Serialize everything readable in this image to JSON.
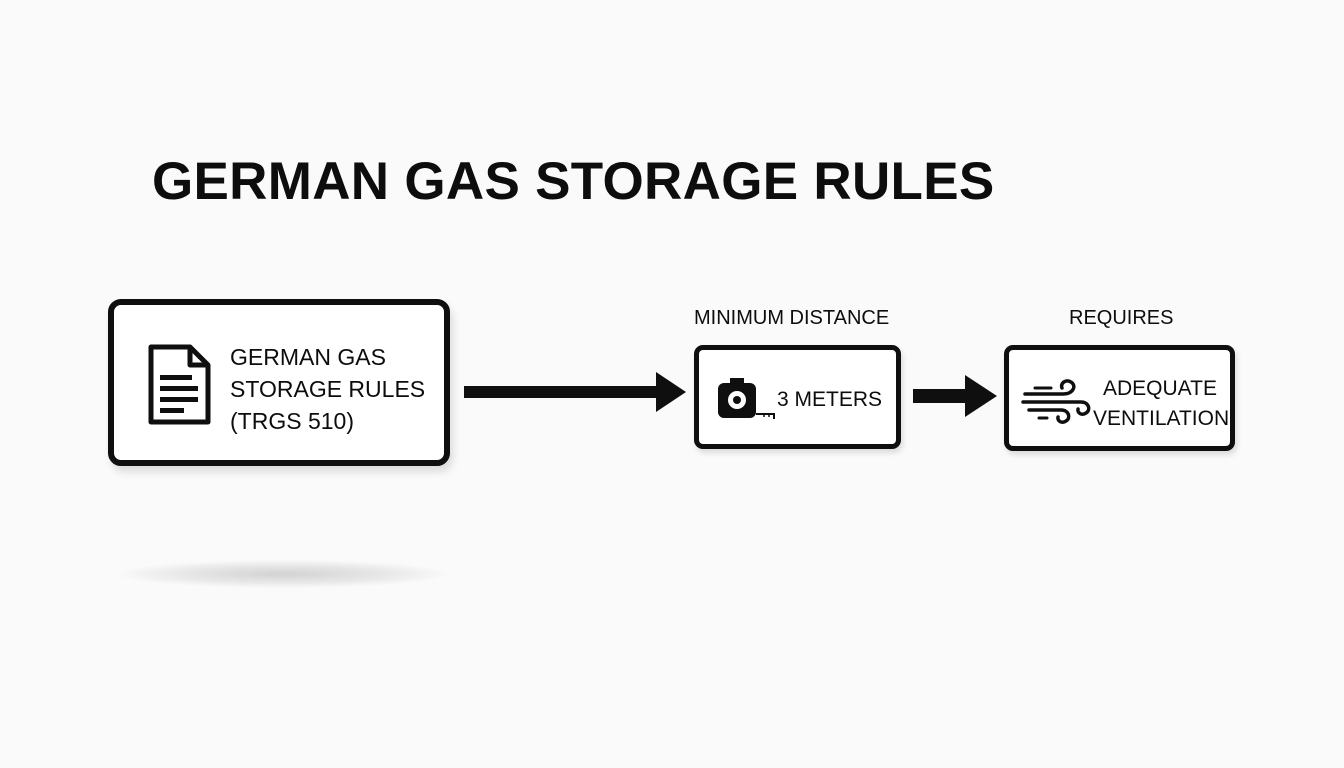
{
  "title": "GERMAN GAS STORAGE RULES",
  "source_box": {
    "lines": [
      "GERMAN GAS",
      "STORAGE RULES",
      "(TRGS 510)"
    ],
    "icon": "document-icon"
  },
  "distance": {
    "label": "MINIMUM DISTANCE",
    "value": "3 METERS",
    "icon": "tape-measure-icon"
  },
  "requirement": {
    "label": "REQUIRES",
    "lines": [
      "ADEQUATE",
      "VENTILATION"
    ],
    "icon": "wind-icon"
  },
  "colors": {
    "background": "#fafafa",
    "ink": "#0d0d0d",
    "box_fill": "#ffffff"
  }
}
